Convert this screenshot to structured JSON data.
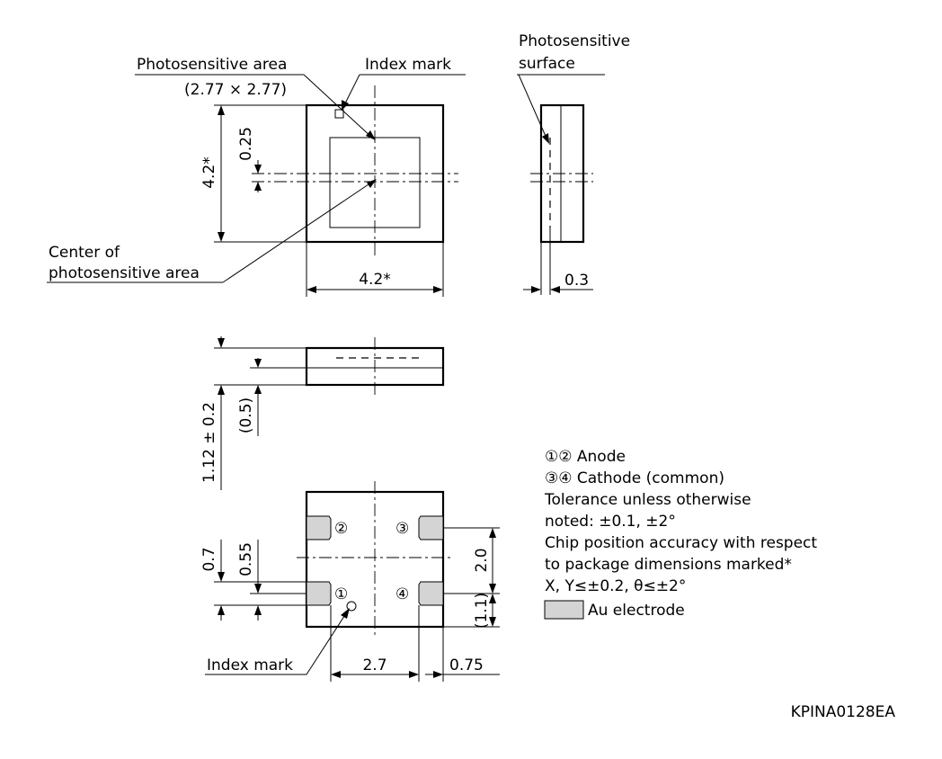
{
  "labels": {
    "photosensitive_area": "Photosensitive area",
    "photosensitive_area_size": "(2.77 × 2.77)",
    "index_mark_top": "Index mark",
    "photosensitive_surface_l1": "Photosensitive",
    "photosensitive_surface_l2": "surface",
    "center_l1": "Center of",
    "center_l2": "photosensitive area",
    "index_mark_bottom": "Index mark"
  },
  "dimensions": {
    "top_height": "4.2*",
    "top_width": "4.2*",
    "offset": "0.25",
    "side_thickness": "0.3",
    "total_height": "1.12 ± 0.2",
    "chip_height": "(0.5)",
    "pad_pitch_v": "2.0",
    "pad_offset": "(1.1)",
    "pad_height": "0.7",
    "pad_inner": "0.55",
    "pad_pitch_h": "2.7",
    "pad_edge": "0.75"
  },
  "pins": [
    "①",
    "②",
    "③",
    "④"
  ],
  "notes": {
    "anode": "①② Anode",
    "cathode": "③④ Cathode (common)",
    "tol_l1": "Tolerance unless otherwise",
    "tol_l2": "noted: ±0.1, ±2°",
    "chip_l1": "Chip position accuracy with respect",
    "chip_l2": "to package dimensions marked*",
    "chip_l3": "X, Y≤±0.2, θ≤±2°",
    "legend": "Au electrode"
  },
  "code": "KPINA0128EA",
  "colors": {
    "electrode": "#d4d4d4",
    "line": "#000000"
  }
}
